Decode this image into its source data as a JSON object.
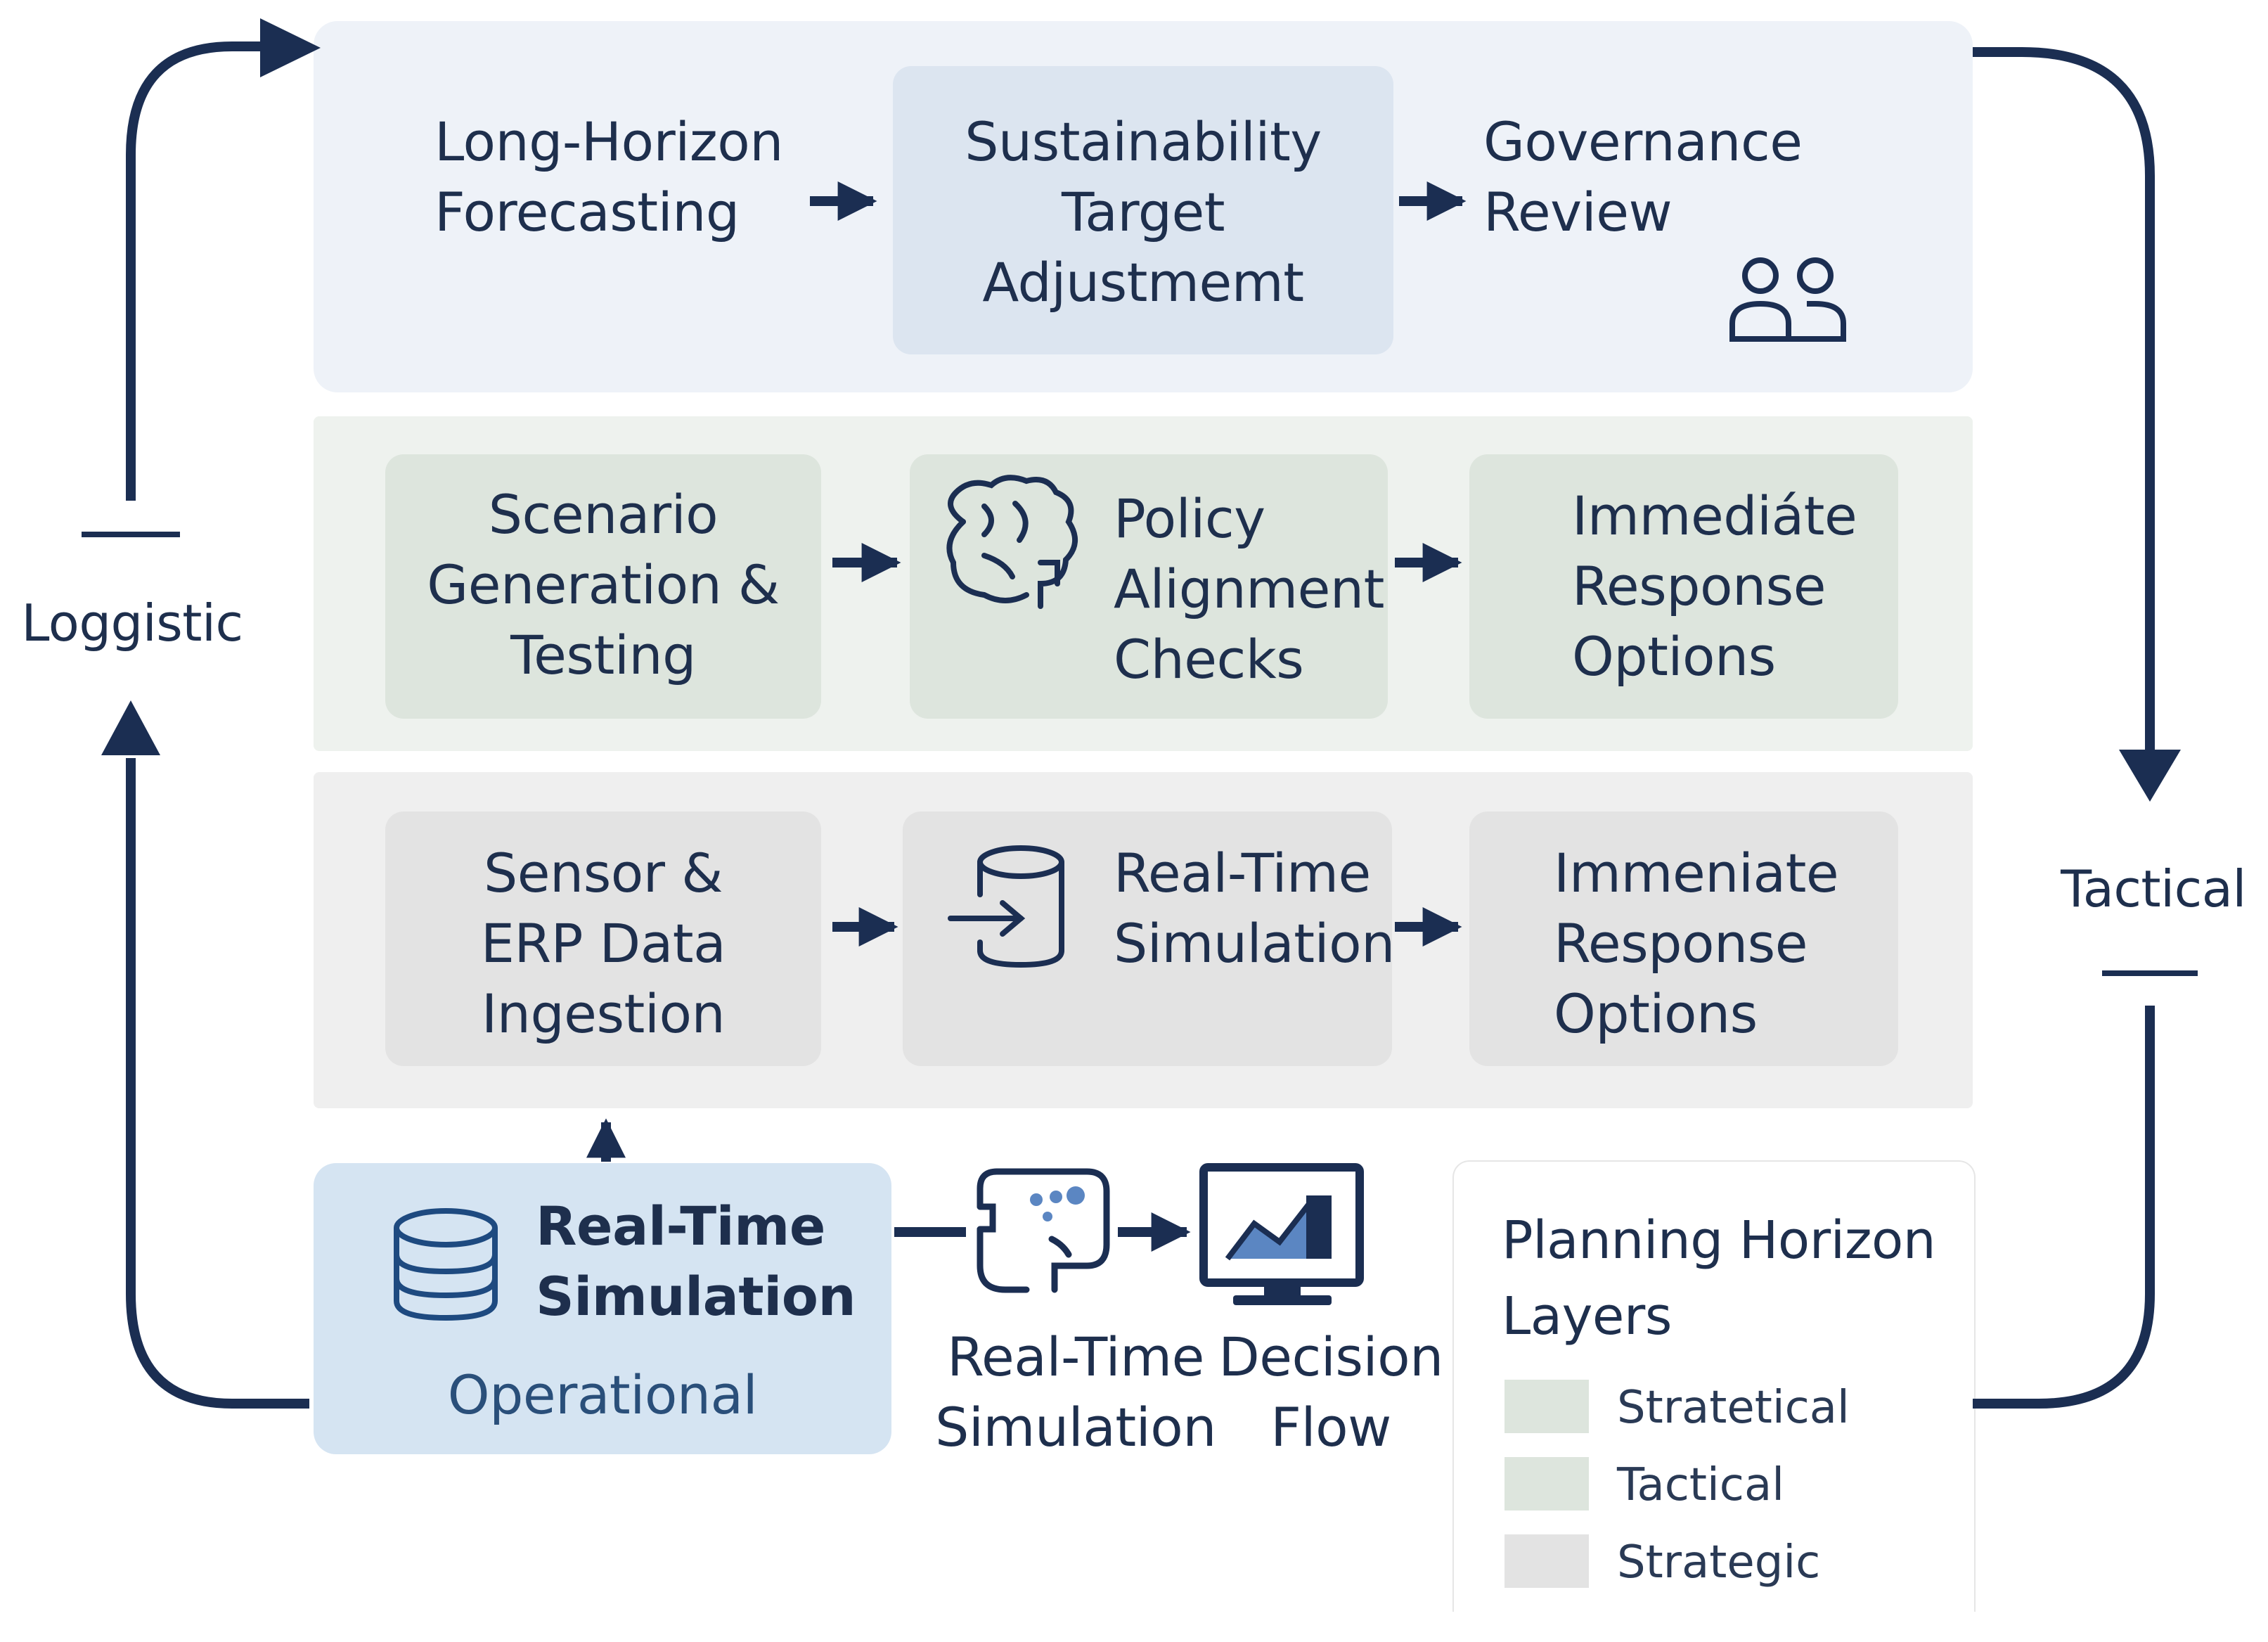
{
  "layers": {
    "strategic": {
      "nodes": {
        "forecasting": "Long-Horizon\nForecasting",
        "sustainability": "Sustainability\nTarget\nAdjustmemt",
        "governance": "Governance\nReview"
      }
    },
    "tactical": {
      "nodes": {
        "scenario": "Scenario\nGeneration &\nTesting",
        "policy": "Policy\nAlignment\nChecks",
        "response": "Immediáte\nResponse\nOptions"
      }
    },
    "operational": {
      "nodes": {
        "sensor": "Sensor &\nERP Data\nIngestion",
        "simulation": "Real-Time\nSimulation",
        "response": "Immeniate\nResponse\nOptions"
      }
    }
  },
  "operational_box": {
    "title": "Real-Time\nSimulation",
    "label": "Operational"
  },
  "flow_labels": {
    "simulation": "Real-Time\nSimulation",
    "decision": "Decision\nFlow"
  },
  "side_labels": {
    "left": "Loggistic",
    "right": "Tactical"
  },
  "legend": {
    "title": "Planning Horizon\nLayers",
    "items": [
      {
        "label": "Stratetical",
        "color": "#dde5dd"
      },
      {
        "label": "Tactical",
        "color": "#dde5dd"
      },
      {
        "label": "Strategic",
        "color": "#e3e3e3"
      }
    ]
  },
  "colors": {
    "navy": "#1b2e52",
    "strategic_layer": "#eef2f8",
    "tactical_layer": "#eef2ee",
    "operational_layer": "#efefef",
    "operational_box": "#d5e4f2"
  },
  "icons": [
    "people-icon",
    "brain-icon",
    "database-import-icon",
    "database-icon",
    "robot-icon",
    "monitor-chart-icon"
  ]
}
